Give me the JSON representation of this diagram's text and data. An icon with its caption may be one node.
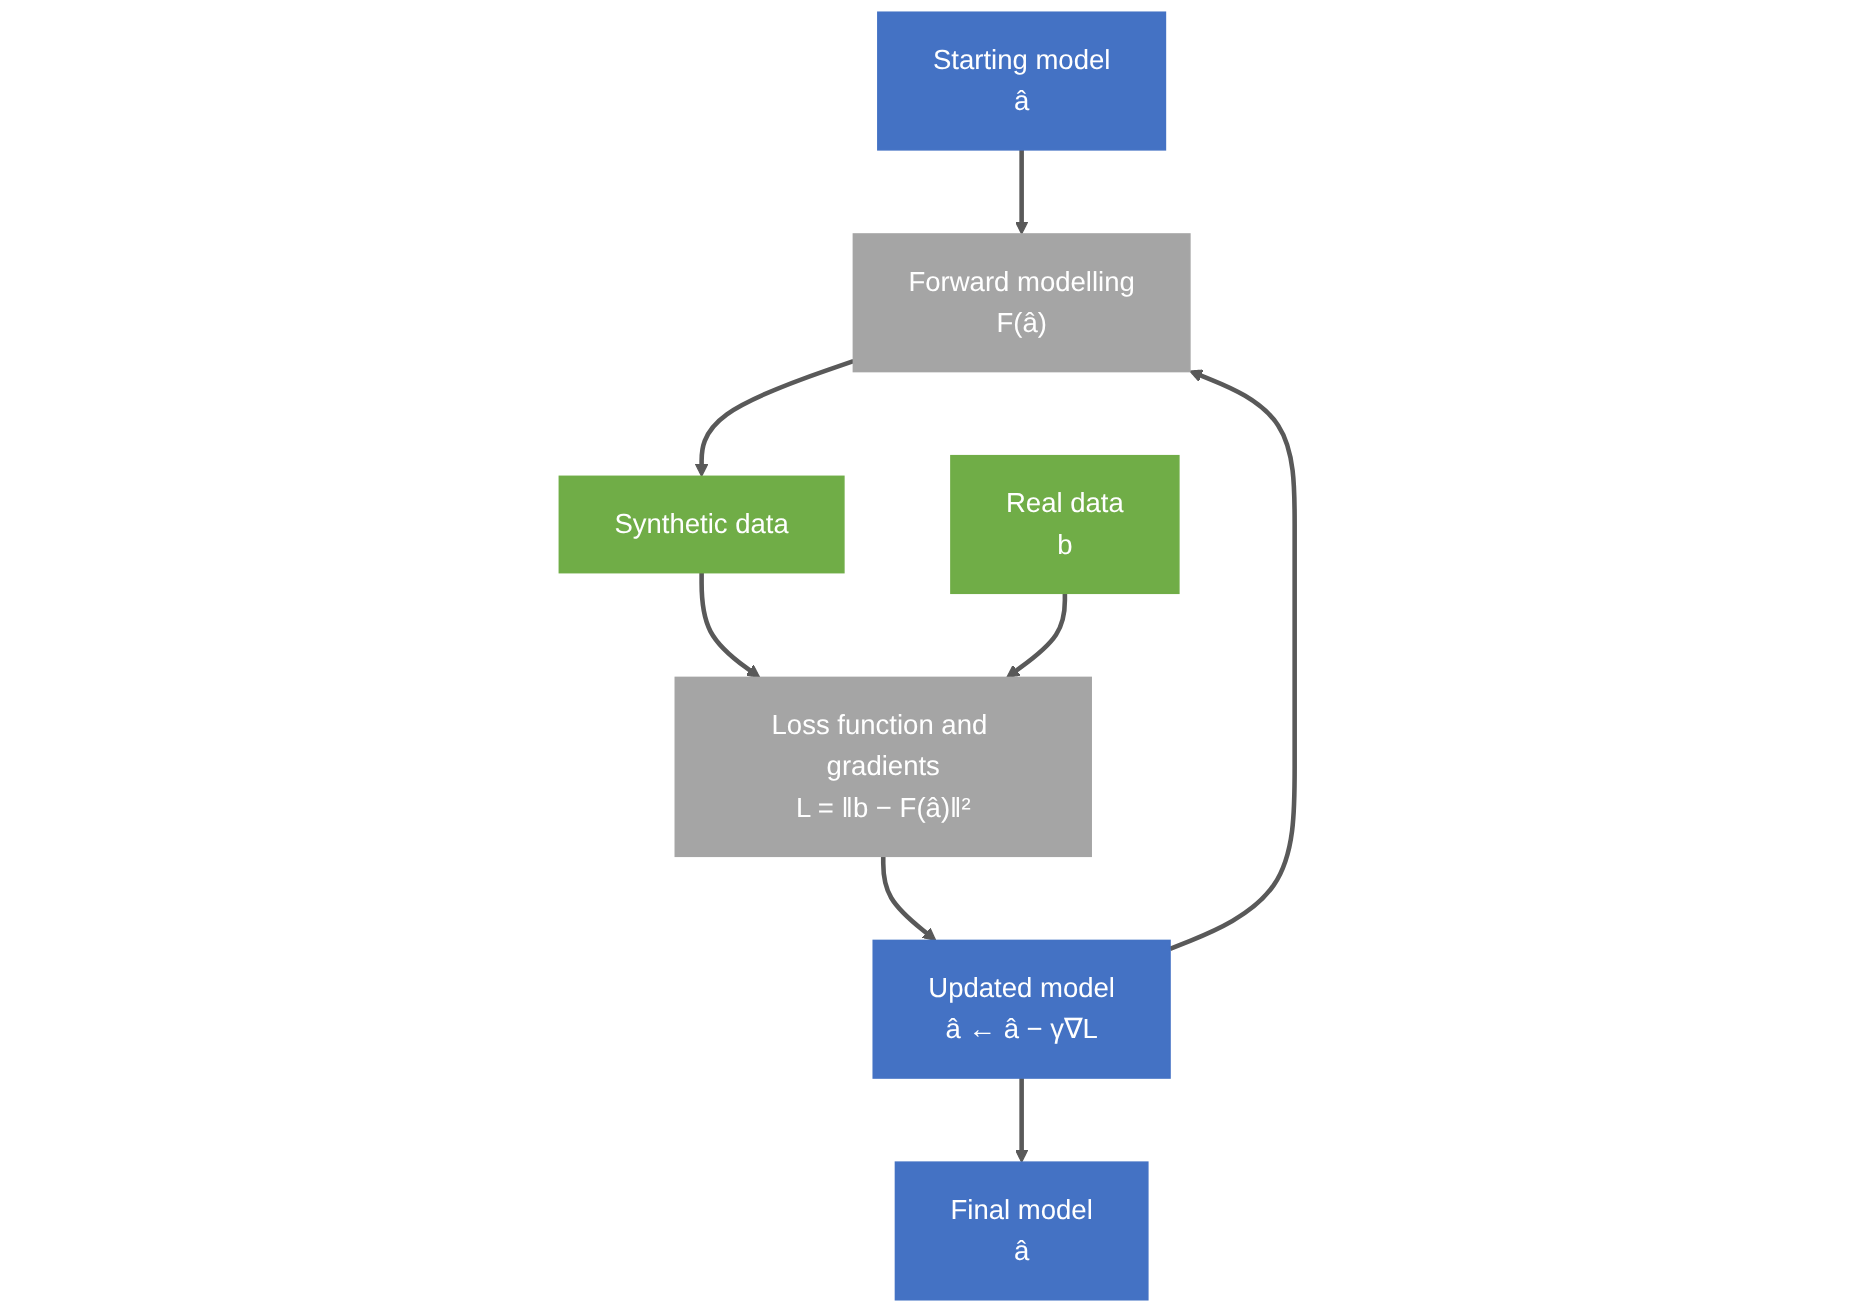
{
  "diagram": {
    "nodes": [
      {
        "text": [
          "Starting model",
          "â"
        ]
      },
      {
        "text": [
          "Real data",
          "b"
        ]
      },
      {
        "text": [
          "Forward modelling",
          "F(â)"
        ]
      },
      {
        "text": [
          "Synthetic data"
        ]
      },
      {
        "text": [
          "Updated model",
          "â ← â − γ∇L"
        ]
      },
      {
        "text": [
          "Loss function and gradients",
          "L = ‖b − F(â)‖²"
        ]
      },
      {
        "text": [
          "Final model",
          "â"
        ]
      }
    ],
    "edges": [
      {
        "from": 0,
        "to": 2,
        "arrow": "to"
      },
      {
        "from": 2,
        "to": 3,
        "arrow": "to"
      },
      {
        "from": 3,
        "to": 5,
        "arrow": "to"
      },
      {
        "from": 1,
        "to": 5,
        "arrow": "to"
      },
      {
        "from": 5,
        "to": 4,
        "arrow": "to"
      },
      {
        "from": 4,
        "to": 2,
        "arrow": "to"
      },
      {
        "from": 4,
        "to": 6,
        "arrow": "to"
      }
    ]
  }
}
